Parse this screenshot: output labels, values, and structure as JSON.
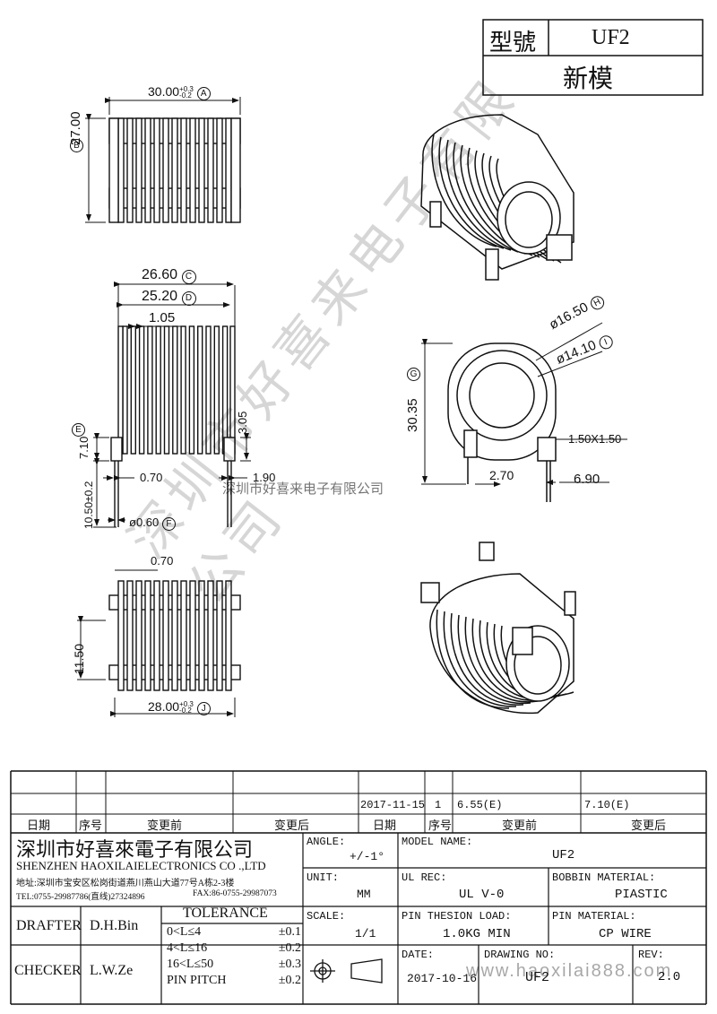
{
  "model_box": {
    "model_label": "型號",
    "model_value": "UF2",
    "status": "新模"
  },
  "dimensions": {
    "top_width": "30.00",
    "top_width_tol_up": "+0.3",
    "top_width_tol_dn": "-0.2",
    "marker_a": "A",
    "height_b": "27.00",
    "marker_b": "B",
    "width_c": "26.60",
    "marker_c": "C",
    "width_d": "25.20",
    "marker_d": "D",
    "slot": "1.05",
    "pin_h": "7.10",
    "marker_e": "E",
    "pin_gap": "3.05",
    "pin_w": "0.70",
    "pin_edge": "1.90",
    "pin_len": "10.50",
    "pin_len_tol": "±0.2",
    "pin_dia": "ø0.60",
    "marker_f": "F",
    "bottom_pin": "0.70",
    "bottom_h": "11.50",
    "bottom_width": "28.00",
    "bottom_width_tol_up": "+0.3",
    "bottom_width_tol_dn": "-0.2",
    "marker_j": "J",
    "outer_dia": "ø16.50",
    "marker_h": "H",
    "inner_dia": "ø14.10",
    "marker_i": "I",
    "side_h": "30.35",
    "marker_g": "G",
    "pin_sq": "1.50X1.50",
    "pin_off": "2.70",
    "pin_span": "6.90"
  },
  "watermarks": {
    "big": "深圳市好喜来电子有限公司",
    "small": "深圳市好喜来电子有限公司",
    "url": "www.haoxilai888.com"
  },
  "revision": {
    "row": {
      "date": "2017-11-15",
      "no": "1",
      "before": "6.55(E)",
      "after": "7.10(E)"
    },
    "headers": {
      "date": "日期",
      "no": "序号",
      "before": "变更前",
      "after": "变更后"
    }
  },
  "title_block": {
    "company_cn": "深圳市好喜來電子有限公司",
    "company_en": "SHENZHEN HAOXILAIELECTRONICS CO .,LTD",
    "address": "地址:深圳市宝安区松岗街道燕川燕山大道77号A栋2-3楼",
    "tel": "TEL:0755-29987786(直线)27324896",
    "fax": "FAX:86-0755-29987073",
    "angle_label": "ANGLE:",
    "angle_value": "+/-1°",
    "model_label": "MODEL NAME:",
    "model_value": "UF2",
    "unit_label": "UNIT:",
    "unit_value": "MM",
    "ulrec_label": "UL REC:",
    "ulrec_value": "UL V-0",
    "bobbin_label": "BOBBIN MATERIAL:",
    "bobbin_value": "PIASTIC",
    "scale_label": "SCALE:",
    "scale_value": "1/1",
    "load_label": "PIN THESION LOAD:",
    "load_value": "1.0KG MIN",
    "pinmat_label": "PIN MATERIAL:",
    "pinmat_value": "CP  WIRE",
    "drafter_label": "DRAFTER",
    "drafter_value": "D.H.Bin",
    "checker_label": "CHECKER",
    "checker_value": "L.W.Ze",
    "tol_title": "TOLERANCE",
    "tol": [
      {
        "range": "0<L≤4",
        "val": "±0.1"
      },
      {
        "range": "4<L≤16",
        "val": "±0.2"
      },
      {
        "range": "16<L≤50",
        "val": "±0.3"
      },
      {
        "range": "PIN PITCH",
        "val": "±0.2"
      }
    ],
    "date_label": "DATE:",
    "date_value": "2017-10-16",
    "drawing_label": "DRAWING NO:",
    "drawing_value": "UF2",
    "rev_label": "REV:",
    "rev_value": "2.0"
  }
}
